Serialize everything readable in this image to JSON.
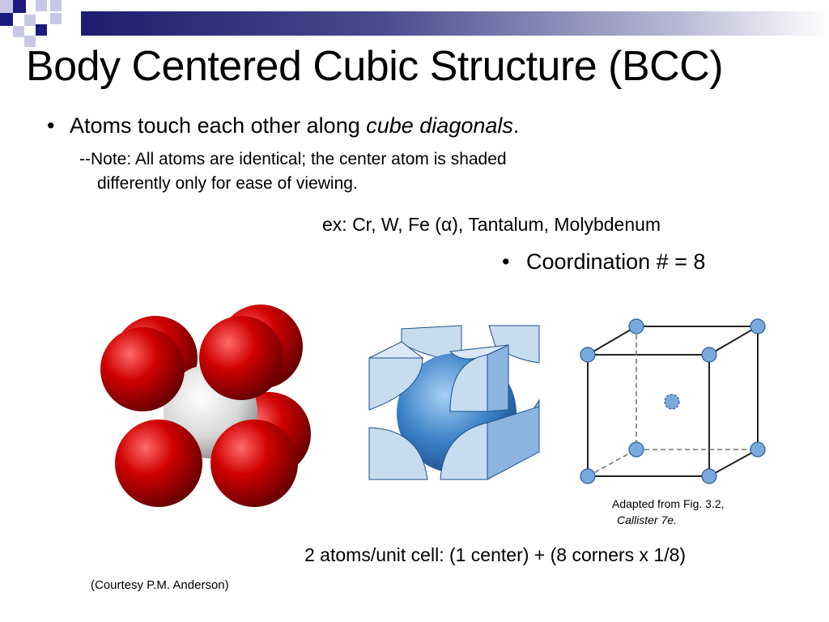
{
  "slide": {
    "title": "Body Centered Cubic Structure (BCC)",
    "bullet_1": {
      "marker": "•",
      "text_before": "Atoms touch each other along ",
      "text_emphasis": "cube diagonals",
      "text_after": "."
    },
    "note_line_1": "--Note:  All atoms are identical; the center atom is shaded",
    "note_line_2": "differently only for ease of viewing.",
    "examples_text": "ex: Cr, W, Fe (α), Tantalum, Molybdenum",
    "bullet_2": {
      "marker": "•",
      "text": "Coordination # = 8"
    },
    "caption_line_1": "Adapted from Fig. 3.2,",
    "caption_line_2": "Callister 7e.",
    "atoms_per_cell_text": "2 atoms/unit cell:  (1 center) + (8 corners x 1/8)",
    "courtesy_text": "(Courtesy P.M. Anderson)"
  },
  "colors": {
    "title_bar_dark": "#1d1d6e",
    "corner_square_dark": "#1a1a80",
    "corner_square_light": "#c8c8e6",
    "atom_red": "#c80000",
    "atom_center_gray": "#dcdcdc",
    "sphere_blue": "#3c82c8",
    "cube_face_blue": "#c8dcf0",
    "lattice_point_blue": "#78a8dc"
  },
  "icons": {
    "corner_decoration": "checker-squares-icon"
  }
}
